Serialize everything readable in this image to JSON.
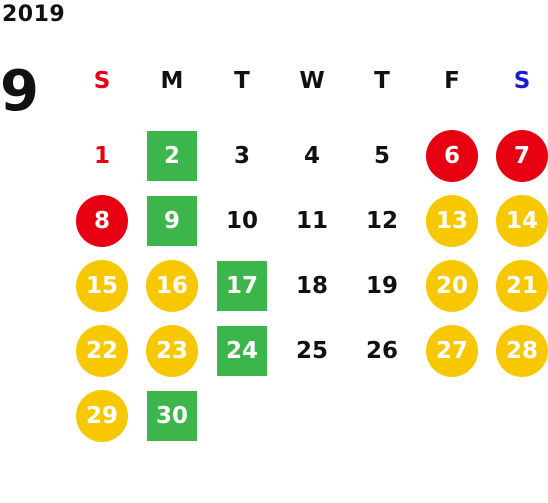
{
  "year": "2019",
  "month": "9",
  "colors": {
    "sunday": "#e60012",
    "saturday": "#1a1ad6",
    "default": "#111111",
    "red_holiday": "#e60012",
    "yellow_day": "#f7c800",
    "green_day": "#3cb54a"
  },
  "weekdays": [
    {
      "label": "S",
      "tone": "sunday"
    },
    {
      "label": "M",
      "tone": "default"
    },
    {
      "label": "T",
      "tone": "default"
    },
    {
      "label": "W",
      "tone": "default"
    },
    {
      "label": "T",
      "tone": "default"
    },
    {
      "label": "F",
      "tone": "default"
    },
    {
      "label": "S",
      "tone": "saturday"
    }
  ],
  "weeks": [
    [
      {
        "day": "1",
        "style": "red-text"
      },
      {
        "day": "2",
        "style": "green-square"
      },
      {
        "day": "3",
        "style": "plain"
      },
      {
        "day": "4",
        "style": "plain"
      },
      {
        "day": "5",
        "style": "plain"
      },
      {
        "day": "6",
        "style": "red-circle"
      },
      {
        "day": "7",
        "style": "red-circle"
      }
    ],
    [
      {
        "day": "8",
        "style": "red-circle"
      },
      {
        "day": "9",
        "style": "green-square"
      },
      {
        "day": "10",
        "style": "plain"
      },
      {
        "day": "11",
        "style": "plain"
      },
      {
        "day": "12",
        "style": "plain"
      },
      {
        "day": "13",
        "style": "yellow-circle"
      },
      {
        "day": "14",
        "style": "yellow-circle"
      }
    ],
    [
      {
        "day": "15",
        "style": "yellow-circle"
      },
      {
        "day": "16",
        "style": "yellow-circle"
      },
      {
        "day": "17",
        "style": "green-square"
      },
      {
        "day": "18",
        "style": "plain"
      },
      {
        "day": "19",
        "style": "plain"
      },
      {
        "day": "20",
        "style": "yellow-circle"
      },
      {
        "day": "21",
        "style": "yellow-circle"
      }
    ],
    [
      {
        "day": "22",
        "style": "yellow-circle"
      },
      {
        "day": "23",
        "style": "yellow-circle"
      },
      {
        "day": "24",
        "style": "green-square"
      },
      {
        "day": "25",
        "style": "plain"
      },
      {
        "day": "26",
        "style": "plain"
      },
      {
        "day": "27",
        "style": "yellow-circle"
      },
      {
        "day": "28",
        "style": "yellow-circle"
      }
    ],
    [
      {
        "day": "29",
        "style": "yellow-circle"
      },
      {
        "day": "30",
        "style": "green-square"
      }
    ]
  ]
}
